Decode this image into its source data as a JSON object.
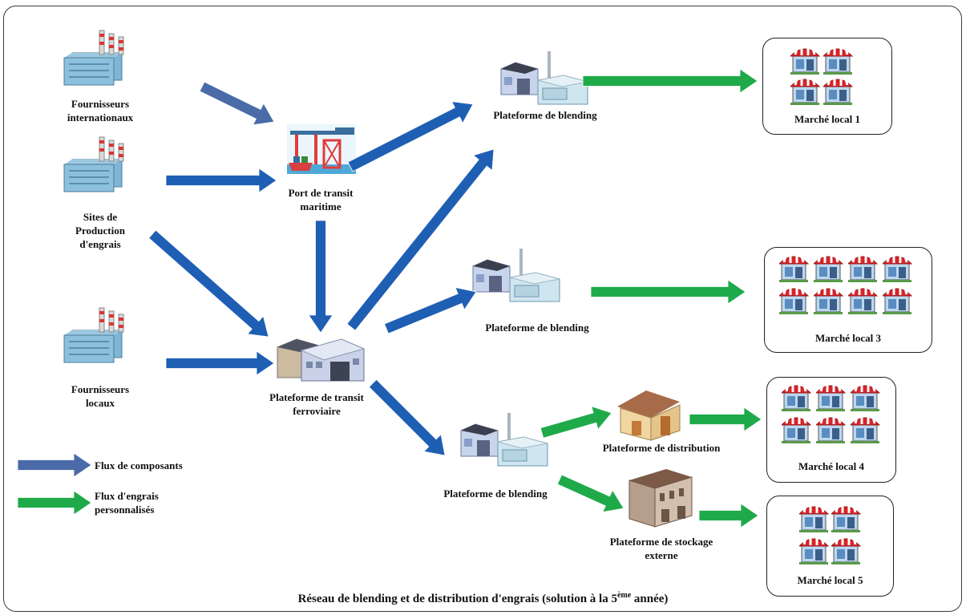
{
  "nodes": {
    "fournisseurs_internationaux": "Fournisseurs\ninternationaux",
    "sites_production": "Sites de\nProduction\nd'engrais",
    "fournisseurs_locaux": "Fournisseurs\nlocaux",
    "port_transit": "Port de transit\nmaritime",
    "plateforme_transit_ferroviaire": "Plateforme de transit\nferroviaire",
    "blending_1": "Plateforme de blending",
    "blending_3": "Plateforme de blending",
    "blending_45": "Plateforme de blending",
    "distribution": "Plateforme de distribution",
    "stockage_externe": "Plateforme de stockage\nexterne"
  },
  "markets": [
    {
      "id": "m1",
      "label": "Marché local 1",
      "shops": 4
    },
    {
      "id": "m3",
      "label": "Marché local 3",
      "shops": 8
    },
    {
      "id": "m4",
      "label": "Marché local 4",
      "shops": 6
    },
    {
      "id": "m5",
      "label": "Marché local 5",
      "shops": 4
    }
  ],
  "legend": {
    "components": "Flux de composants",
    "fertilizer": "Flux d'engrais\npersonnalisés"
  },
  "title": {
    "prefix": "Réseau de blending et de distribution d'engrais (solution à la 5",
    "sup": "ème",
    "suffix": " année)"
  },
  "colors": {
    "component_flow_legend": "#4a6aa8",
    "component_flow": "#1e5fb4",
    "fertilizer_flow": "#1faa4a",
    "frame_border": "#3a3a3a"
  },
  "edges": [
    {
      "from": "fournisseurs_internationaux",
      "to": "port_transit",
      "type": "component"
    },
    {
      "from": "sites_production",
      "to": "port_transit",
      "type": "component"
    },
    {
      "from": "sites_production",
      "to": "plateforme_transit_ferroviaire",
      "type": "component"
    },
    {
      "from": "fournisseurs_locaux",
      "to": "plateforme_transit_ferroviaire",
      "type": "component"
    },
    {
      "from": "port_transit",
      "to": "plateforme_transit_ferroviaire",
      "type": "component"
    },
    {
      "from": "port_transit",
      "to": "blending_1",
      "type": "component"
    },
    {
      "from": "plateforme_transit_ferroviaire",
      "to": "blending_1",
      "type": "component"
    },
    {
      "from": "plateforme_transit_ferroviaire",
      "to": "blending_3",
      "type": "component"
    },
    {
      "from": "plateforme_transit_ferroviaire",
      "to": "blending_45",
      "type": "component"
    },
    {
      "from": "blending_1",
      "to": "m1",
      "type": "fertilizer"
    },
    {
      "from": "blending_3",
      "to": "m3",
      "type": "fertilizer"
    },
    {
      "from": "blending_45",
      "to": "distribution",
      "type": "fertilizer"
    },
    {
      "from": "blending_45",
      "to": "stockage_externe",
      "type": "fertilizer"
    },
    {
      "from": "distribution",
      "to": "m4",
      "type": "fertilizer"
    },
    {
      "from": "stockage_externe",
      "to": "m5",
      "type": "fertilizer"
    }
  ]
}
